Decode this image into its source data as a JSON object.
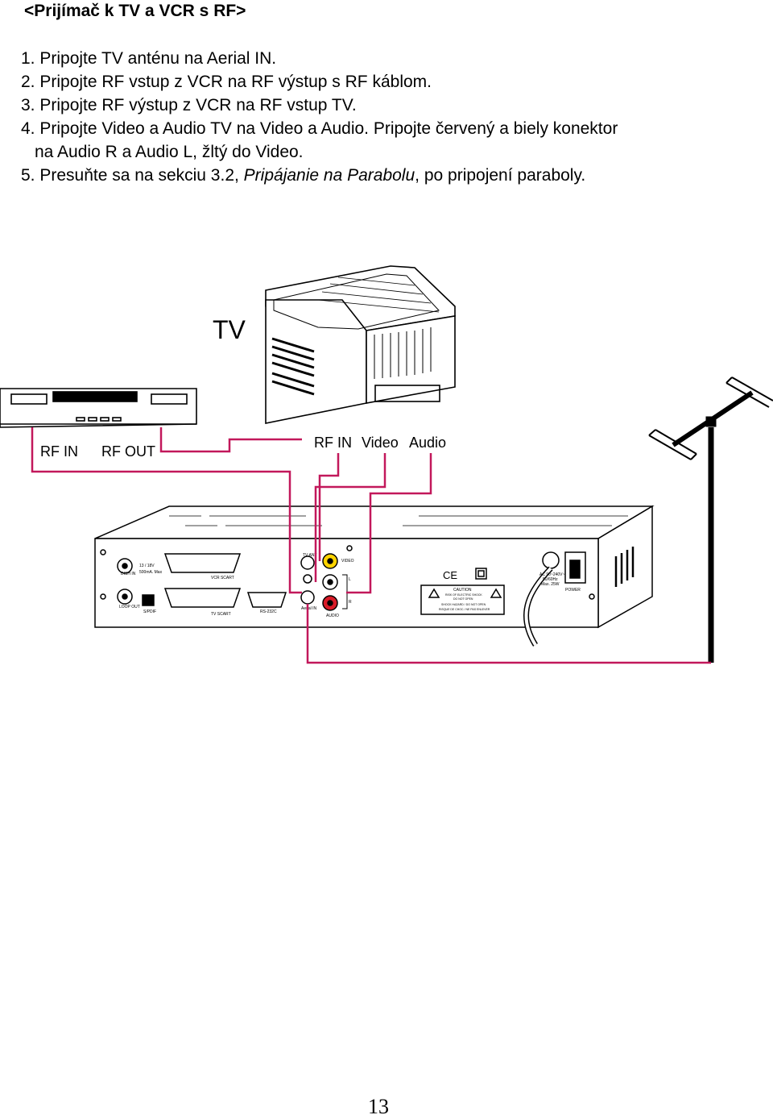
{
  "heading": "<Prijímač k TV a VCR s RF>",
  "steps": [
    "1. Pripojte TV anténu na Aerial IN.",
    "2. Pripojte RF  vstup z VCR na RF výstup s RF káblom.",
    "3. Pripojte RF výstup z VCR na RF vstup TV.",
    "4. Pripojte Video a Audio TV na Video a Audio. Pripojte červený a biely konektor",
    "na Audio R a Audio L, žltý do Video."
  ],
  "step5": {
    "prefix": "5. Presuňte sa na sekciu 3.2, ",
    "italic": "Pripájanie na Parabolu",
    "suffix": ", po pripojení paraboly."
  },
  "diagram": {
    "tv_label": "TV",
    "vcr_rf_in": "RF IN",
    "vcr_rf_out": "RF OUT",
    "tv_rf_in": "RF IN",
    "tv_video": "Video",
    "tv_audio": "Audio",
    "receiver": {
      "dish_in": "DISH IN",
      "power_spec": "13 / 18V",
      "current_spec": "500mA. Max",
      "vcr_scart": "VCR SCART",
      "loop_out": "LOOP OUT",
      "spdif": "S/PDIF",
      "tv_scart": "TV SCART",
      "rs232c": "RS-232C",
      "tv_ant": "TV ANT",
      "aerial_in": "Aerial IN",
      "video": "VIDEO",
      "audio": "AUDIO",
      "audio_l": "L",
      "audio_r": "R",
      "ce_mark": "CE",
      "caution_title": "CAUTION",
      "caution_line1": "RISK OF ELECTRIC SHOCK",
      "caution_line2": "DO NOT OPEN",
      "caution_line3": "SHOCK HAZARD / DO NOT OPEN",
      "caution_line4": "RISQUE DE CHOC / NE PAS ENLEVER",
      "ac_spec": "AC 90~240V~",
      "freq_spec": "50/60Hz",
      "max_spec": "Max. 25W",
      "power": "POWER"
    }
  },
  "page_number": "13",
  "colors": {
    "cable": "#c2185b",
    "lines": "#000000"
  }
}
